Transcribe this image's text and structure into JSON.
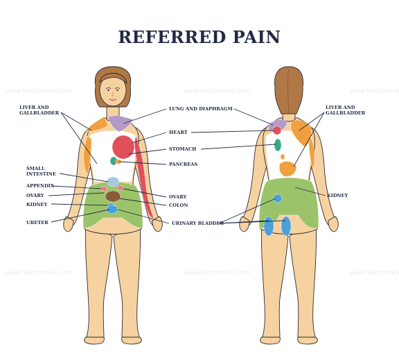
{
  "title": "REFERRED PAIN",
  "watermark": "www.VectorMine.com",
  "front_labels": {
    "liver_gallbladder": [
      "LIVER AND",
      "GALLBLADDER"
    ],
    "small_intestine": [
      "SMALL",
      "INTESTINE"
    ],
    "appendix": "APPENDIX",
    "ovary_left": "OVARY",
    "kidney": "KIDNEY",
    "ureter": "URETER",
    "lung_diaphragm": "LUNG AND DIAPHRAGM",
    "heart": "HEART",
    "stomach": "STOMACH",
    "pancreas": "PANCREAS",
    "ovary_right": "OVARY",
    "colon": "COLON",
    "urinary_bladder": "URINARY BLADDER"
  },
  "back_labels": {
    "liver_gallbladder": [
      "LIVER AND",
      "GALLBLADDER"
    ],
    "kidney": "KIDNEY"
  },
  "zone_colors": {
    "liver": "#f0a040",
    "lung_diaphragm": "#b59ac8",
    "heart_stomach": "#e0505a",
    "pancreas": "#3aa88a",
    "small_intestine": "#a8c8e0",
    "appendix": "#e78080",
    "colon": "#8a5a3a",
    "kidney": "#4aa0d8",
    "pelvis": "#9bc46a",
    "chest": "#ffffff",
    "skin": "#f6d2a0",
    "hair": "#b07845"
  }
}
